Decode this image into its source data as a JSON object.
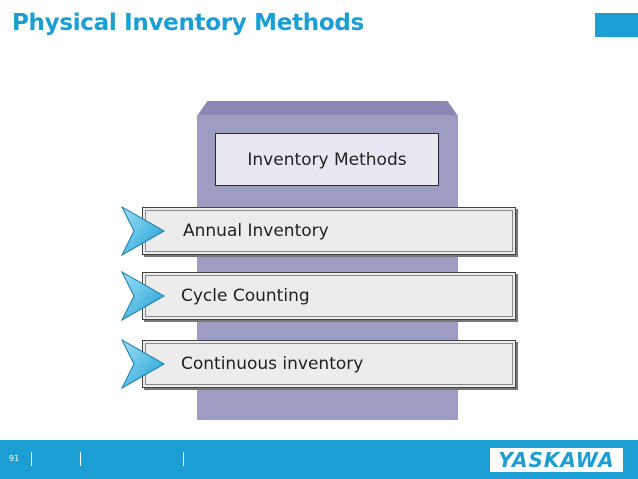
{
  "slide": {
    "title": "Physical Inventory Methods",
    "page_number": "91"
  },
  "diagram": {
    "header": "Inventory Methods",
    "items": [
      {
        "label": "Annual Inventory"
      },
      {
        "label": "Cycle Counting"
      },
      {
        "label": "Continuous inventory"
      }
    ]
  },
  "footer": {
    "logo_text": "YASKAWA"
  },
  "colors": {
    "accent": "#1a9ed4",
    "pillar": "#9d9cc2",
    "arrow": "#3fb8e6"
  }
}
